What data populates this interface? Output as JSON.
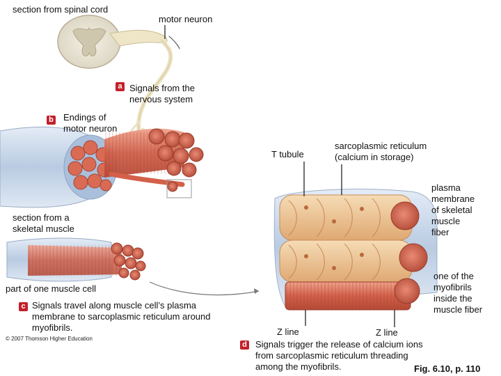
{
  "labels": {
    "spinal_section": "section from spinal cord",
    "motor_neuron": "motor neuron",
    "t_tubule": "T tubule",
    "sarcoplasmic_reticulum": [
      "sarcoplasmic reticulum",
      "(calcium in storage)"
    ],
    "plasma_membrane": [
      "plasma",
      "membrane",
      "of skeletal",
      "muscle",
      "fiber"
    ],
    "section_skeletal_muscle": [
      "section from a",
      "skeletal muscle"
    ],
    "part_muscle_cell": "part of one muscle cell",
    "myofibril": [
      "one of the",
      "myofibrils",
      "inside the",
      "muscle fiber"
    ],
    "z_line_left": "Z line",
    "z_line_right": "Z line"
  },
  "steps": [
    {
      "badge": "a",
      "lines": [
        "Signals from the",
        "nervous system"
      ]
    },
    {
      "badge": "b",
      "lines": [
        "Endings of",
        "motor neuron"
      ]
    },
    {
      "badge": "c",
      "lines": [
        "Signals travel along muscle cell’s plasma",
        "membrane to sarcoplasmic reticulum around",
        "myofibrils."
      ]
    },
    {
      "badge": "d",
      "lines": [
        "Signals trigger the release of calcium ions",
        "from sarcoplasmic reticulum threading",
        "among the myofibrils."
      ]
    }
  ],
  "copyright": "© 2007 Thomson Higher Education",
  "figure_ref": "Fig. 6.10, p. 110",
  "colors": {
    "badge": "#c3202b",
    "muscle": "#d9705a",
    "reticulum": "#e9b98a",
    "nerve": "#efe6c8",
    "sheath": "#c7d6ea"
  }
}
